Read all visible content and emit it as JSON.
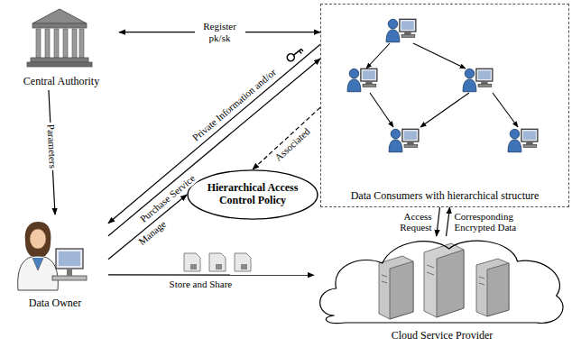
{
  "diagram": {
    "nodes": [
      {
        "text": [
          "Central Authority"
        ]
      },
      {
        "text": [
          "Data Owner"
        ]
      },
      {
        "text": [
          "Data Consumers with hierarchical structure"
        ]
      },
      {
        "text": [
          "Hierarchical Access Control Policy"
        ]
      },
      {
        "text": [
          "Cloud Service Provider"
        ]
      }
    ],
    "edges": [
      {
        "from": 0,
        "to": 2,
        "label": "Register pk/sk",
        "arrow": "both"
      },
      {
        "from": 0,
        "to": 1,
        "label": "Parameters",
        "arrow": "to"
      },
      {
        "from": 2,
        "to": 1,
        "label": "Private Information and/or",
        "arrow": "to"
      },
      {
        "from": 1,
        "to": 2,
        "label": "Purchase Service",
        "arrow": "to"
      },
      {
        "from": 1,
        "to": 3,
        "label": "Manage",
        "arrow": "to"
      },
      {
        "from": 2,
        "to": 3,
        "label": "Associated",
        "arrow": "to"
      },
      {
        "from": 1,
        "to": 4,
        "label": "Store and Share",
        "arrow": "to"
      },
      {
        "from": 2,
        "to": 4,
        "label": "Access Request",
        "arrow": "to"
      },
      {
        "from": 4,
        "to": 2,
        "label": "Corresponding Encrypted Data",
        "arrow": "to"
      }
    ]
  }
}
